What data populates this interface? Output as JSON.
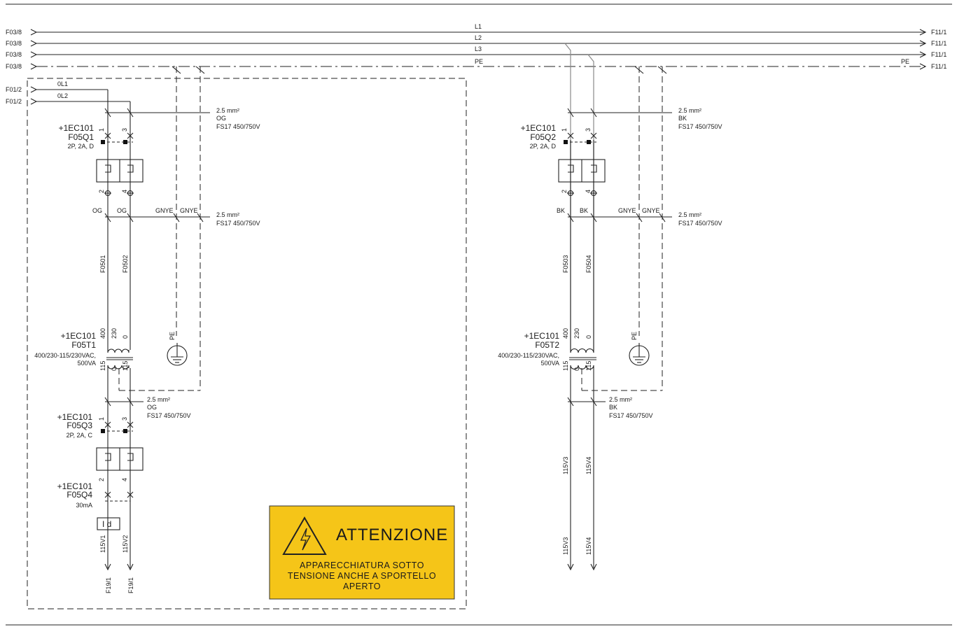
{
  "buses": [
    {
      "label": "L1",
      "left_ref": "F03/8",
      "right_ref": "F11/1"
    },
    {
      "label": "L2",
      "left_ref": "F03/8",
      "right_ref": "F11/1"
    },
    {
      "label": "L3",
      "left_ref": "F03/8",
      "right_ref": "F11/1"
    },
    {
      "label": "PE",
      "left_ref": "F03/8",
      "right_ref": "F11/1",
      "right_label": "PE"
    }
  ],
  "aux_inputs": [
    {
      "ref": "F01/2",
      "label": "0L1"
    },
    {
      "ref": "F01/2",
      "label": "0L2"
    }
  ],
  "cable_specs": {
    "section": "2.5 mm²",
    "type": "FS17 450/750V",
    "color_left": "OG",
    "color_right": "BK",
    "gnye": "GNYE"
  },
  "left": {
    "breaker1": {
      "tag": "+1EC101",
      "id": "F05Q1",
      "spec": "2P, 2A, D",
      "pin_top": [
        "1",
        "3"
      ],
      "pin_bot": [
        "2",
        "4"
      ]
    },
    "wires": [
      "F0501",
      "F0502"
    ],
    "transformer": {
      "tag": "+1EC101",
      "id": "F05T1",
      "spec1": "400/230-115/230VAC,",
      "spec2": "500VA",
      "pri": [
        "400",
        "230",
        "0"
      ],
      "sec": [
        "115",
        "0",
        "115"
      ]
    },
    "pe_label": "PE",
    "breaker2": {
      "tag": "+1EC101",
      "id": "F05Q3",
      "spec": "2P, 2A, C",
      "pin_top": [
        "1",
        "3"
      ],
      "pin_bot": [
        "2",
        "4"
      ]
    },
    "rcd": {
      "tag": "+1EC101",
      "id": "F05Q4",
      "spec": "30mA",
      "symbol": "I d"
    },
    "out_wires": [
      "115V1",
      "115V2"
    ],
    "out_refs": [
      "F19/1",
      "F19/1"
    ]
  },
  "right": {
    "breaker1": {
      "tag": "+1EC101",
      "id": "F05Q2",
      "spec": "2P, 2A, D",
      "pin_top": [
        "1",
        "3"
      ],
      "pin_bot": [
        "2",
        "4"
      ]
    },
    "wires": [
      "F0503",
      "F0504"
    ],
    "transformer": {
      "tag": "+1EC101",
      "id": "F05T2",
      "spec1": "400/230-115/230VAC,",
      "spec2": "500VA",
      "pri": [
        "400",
        "230",
        "0"
      ],
      "sec": [
        "115",
        "0",
        "115"
      ]
    },
    "pe_label": "PE",
    "out_wires_mid": [
      "115V3",
      "115V4"
    ],
    "out_wires": [
      "115V3",
      "115V4"
    ]
  },
  "warning": {
    "title": "ATTENZIONE",
    "line1": "APPARECCHIATURA SOTTO",
    "line2": "TENSIONE ANCHE A SPORTELLO",
    "line3": "APERTO",
    "bg_color": "#f5c518",
    "symbol": "high-voltage-warning-icon"
  }
}
